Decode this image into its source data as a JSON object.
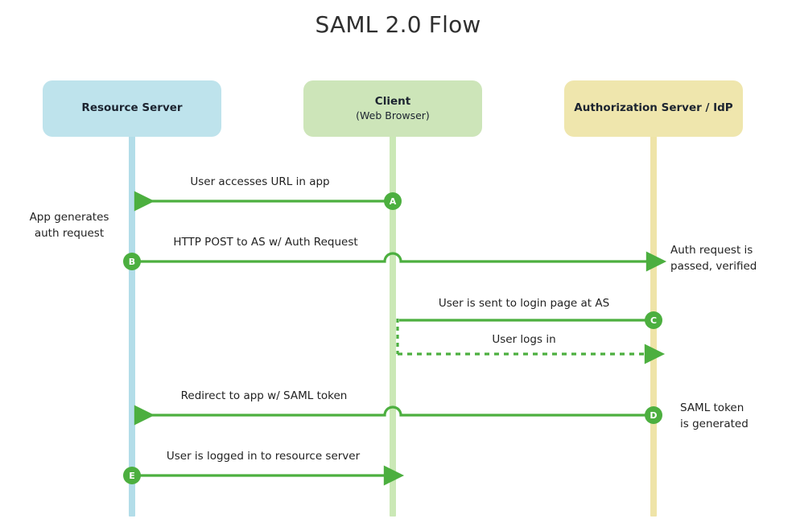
{
  "title": "SAML 2.0 Flow",
  "colors": {
    "arrow_green": "#4CAF3F",
    "badge_green": "#4CAF3F",
    "resource_box": "#bee3ec",
    "resource_line": "#b3dde9",
    "client_box": "#cde5b9",
    "client_line": "#cbe8b6",
    "auth_box": "#efe6ad",
    "auth_line": "#efe4a8",
    "text": "#222222",
    "title_text": "#2f2f2f"
  },
  "actors": [
    {
      "id": "resource",
      "name": "Resource Server",
      "sub": ""
    },
    {
      "id": "client",
      "name": "Client",
      "sub": "(Web Browser)"
    },
    {
      "id": "auth",
      "name": "Authorization Server / IdP",
      "sub": ""
    }
  ],
  "steps": [
    {
      "badge": "A",
      "label": "User accesses URL in app",
      "from": "client",
      "to": "resource",
      "direction": "left",
      "style": "solid",
      "hop": false
    },
    {
      "badge": "B",
      "label": "HTTP POST to AS w/ Auth Request",
      "from": "resource",
      "to": "auth",
      "direction": "right",
      "style": "solid",
      "hop": true
    },
    {
      "badge": "C",
      "label": "User is sent to login page at AS",
      "from": "auth",
      "to": "client",
      "direction": "left",
      "style": "solid",
      "hop": false
    },
    {
      "badge": "",
      "label": "User logs in",
      "from": "client",
      "to": "auth",
      "direction": "right",
      "style": "dashed",
      "hop": false
    },
    {
      "badge": "D",
      "label": "Redirect to app w/ SAML token",
      "from": "auth",
      "to": "resource",
      "direction": "left",
      "style": "solid",
      "hop": true
    },
    {
      "badge": "E",
      "label": "User is logged in to resource server",
      "from": "resource",
      "to": "client",
      "direction": "right",
      "style": "solid",
      "hop": false
    }
  ],
  "notes": [
    {
      "id": "note-app-generates",
      "text": "App generates\nauth request",
      "side": "left"
    },
    {
      "id": "note-auth-request",
      "text": "Auth request is\npassed, verified",
      "side": "right"
    },
    {
      "id": "note-saml-token",
      "text": "SAML token\nis generated",
      "side": "right"
    }
  ]
}
